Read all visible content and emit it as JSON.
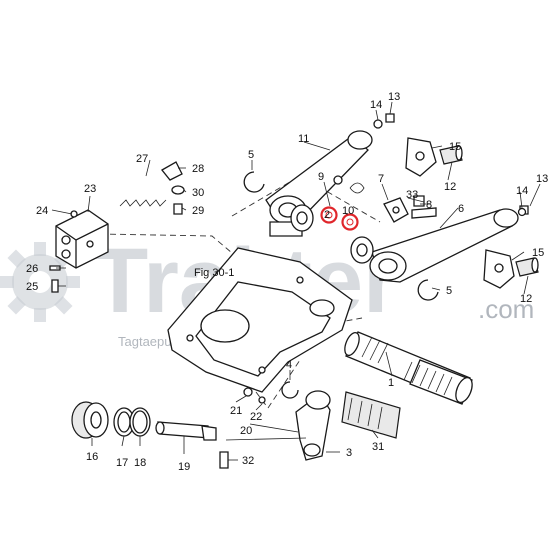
{
  "watermark": {
    "brand": "Trakter",
    "domain": ".com",
    "tagline": "Tagtaepulis"
  },
  "figure_ref": "Fig 30-1",
  "highlight_color": "#e0262b",
  "highlighted_parts": [
    "2",
    "10"
  ],
  "callouts": {
    "p1": "1",
    "p2": "2",
    "p3": "3",
    "p4": "4",
    "p5a": "5",
    "p5b": "5",
    "p6": "6",
    "p7": "7",
    "p8": "8",
    "p9": "9",
    "p10": "10",
    "p11": "11",
    "p12a": "12",
    "p12b": "12",
    "p13a": "13",
    "p13b": "13",
    "p14a": "14",
    "p14b": "14",
    "p15a": "15",
    "p15b": "15",
    "p16": "16",
    "p17": "17",
    "p18": "18",
    "p19": "19",
    "p20": "20",
    "p21": "21",
    "p22": "22",
    "p23": "23",
    "p24": "24",
    "p25": "25",
    "p26": "26",
    "p27": "27",
    "p28": "28",
    "p29": "29",
    "p30": "30",
    "p31": "31",
    "p32": "32",
    "p33": "33"
  }
}
